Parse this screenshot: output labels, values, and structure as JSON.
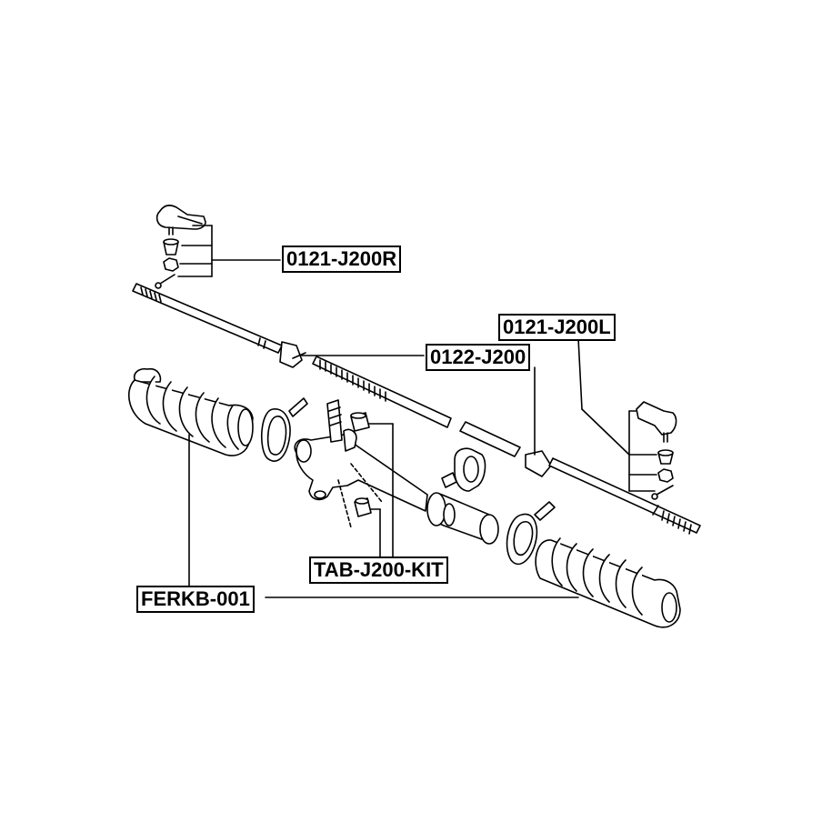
{
  "diagram": {
    "parts": [
      {
        "id": "tie-rod-end-right",
        "code": "0121-J200R"
      },
      {
        "id": "tie-rod-end-left",
        "code": "0121-J200L"
      },
      {
        "id": "inner-tie-rod",
        "code": "0122-J200"
      },
      {
        "id": "rack-bushing-kit",
        "code": "TAB-J200-KIT"
      },
      {
        "id": "steering-boot",
        "code": "FERKB-001"
      }
    ]
  }
}
